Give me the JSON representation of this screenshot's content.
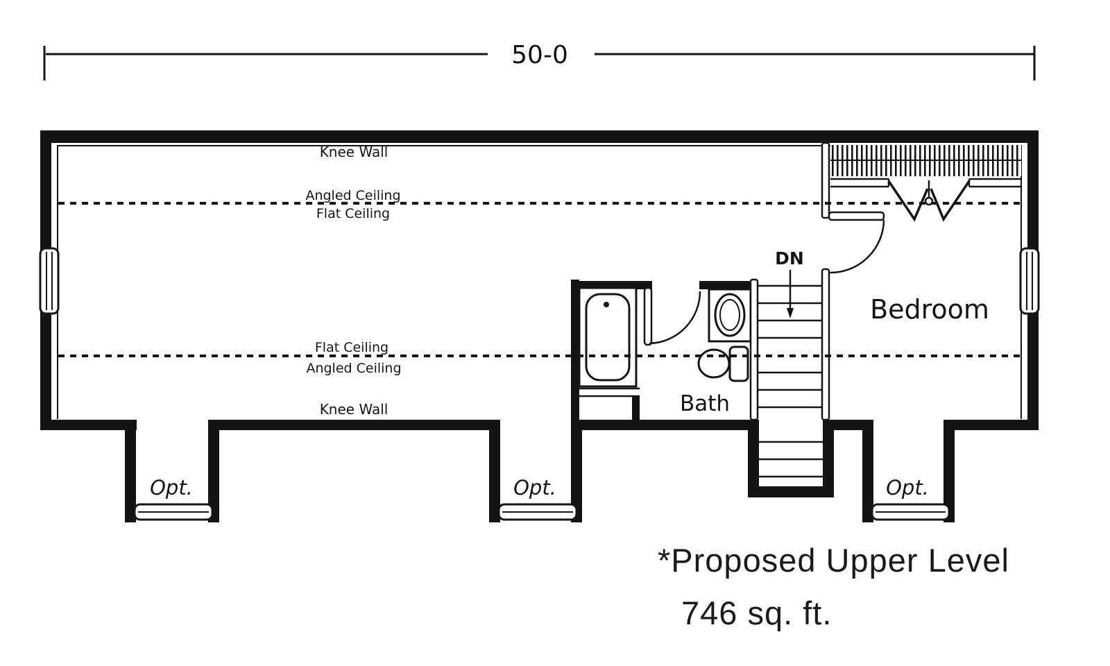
{
  "dimension": {
    "width_label": "50-0"
  },
  "plan": {
    "knee_wall_label": "Knee Wall",
    "angled_ceiling_label": "Angled Ceiling",
    "flat_ceiling_label": "Flat Ceiling",
    "stair_label": "DN",
    "optional_window_label": "Opt.",
    "rooms": {
      "bedroom": "Bedroom",
      "bath": "Bath"
    }
  },
  "footer": {
    "line1": "*Proposed Upper Level",
    "line2": "746 sq. ft."
  },
  "colors": {
    "ink": "#141414",
    "paper": "#ffffff"
  }
}
